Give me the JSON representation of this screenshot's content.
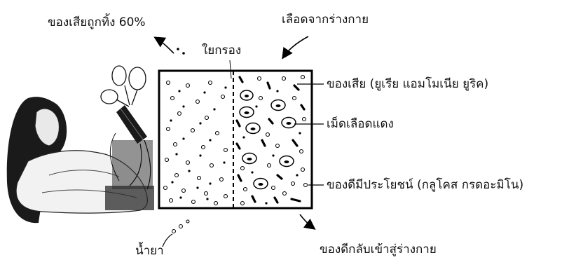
{
  "labels": {
    "waste_discarded": "ของเสียถูกทิ้ง 60%",
    "blood_from_body": "เลือดจากร่างกาย",
    "membrane": "ใยกรอง",
    "waste_types": "ของเสีย (ยูเรีย แอมโมเนีย ยูริค)",
    "red_blood_cells": "เม็ดเลือดแดง",
    "useful_substances": "ของดีมีประโยชน์ (กลูโคส กรดอะมิโน)",
    "dialysate": "น้ำยา",
    "useful_returns": "ของดีกลับเข้าสู่ร่างกาย"
  }
}
